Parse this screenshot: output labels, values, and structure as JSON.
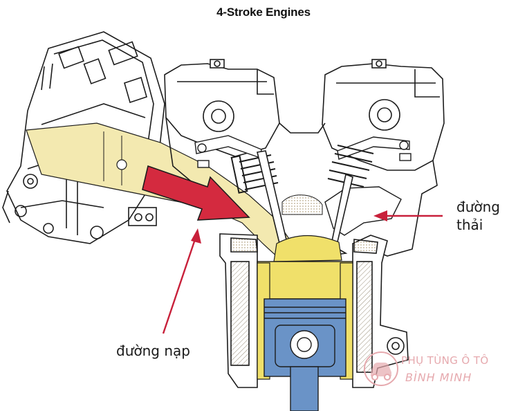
{
  "title": "4-Stroke Engines",
  "labels": {
    "exhaust": [
      "đường",
      "thải"
    ],
    "intake": "đường nạp"
  },
  "watermark": {
    "line1": "PHỤ TÙNG Ô TÔ",
    "line2": "BÌNH MINH"
  },
  "colors": {
    "intake_flow": "#f3e9b0",
    "cylinder_charge": "#f0e06a",
    "piston": "#6a93c7",
    "arrow": "#d42a3f",
    "pointer": "#c8203a",
    "outline": "#1c1c1c",
    "hatch": "#d8c9a8",
    "watermark": "#e6a9ae"
  },
  "icons": {
    "flow_arrow": "red-arrow-icon",
    "watermark_logo": "car-logo-icon"
  }
}
